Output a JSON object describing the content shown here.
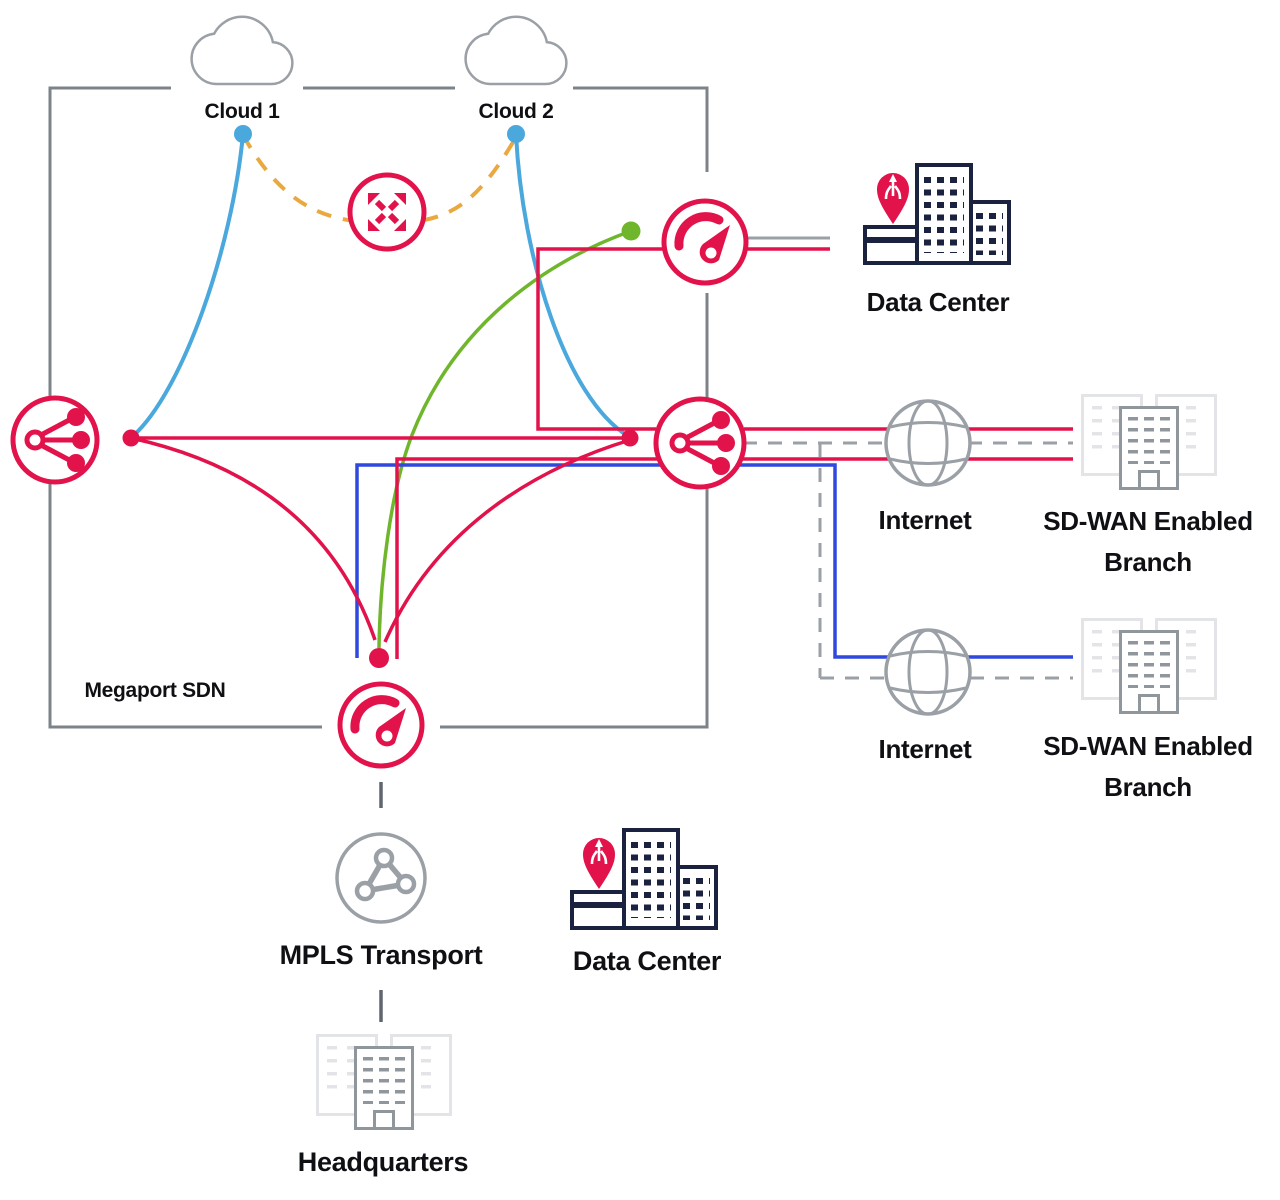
{
  "colors": {
    "red": "#e2124b",
    "navy": "#1b2240",
    "sky": "#4aa8dd",
    "blue": "#2f49de",
    "green": "#70b62c",
    "orange": "#e9a93f",
    "gray": "#9aa0a6",
    "border": "#7d8389",
    "dkgray": "#5f666d",
    "light": "#e2e4e8",
    "mid": "#8f969c",
    "ink": "#0f1014"
  },
  "nodes": {
    "cloud1": {
      "label": "Cloud 1"
    },
    "cloud2": {
      "label": "Cloud 2"
    },
    "datacenter_top": {
      "label": "Data Center"
    },
    "internet_top": {
      "label": "Internet"
    },
    "branch_top": {
      "line1": "SD-WAN Enabled",
      "line2": "Branch"
    },
    "internet_bottom": {
      "label": "Internet"
    },
    "branch_bottom": {
      "line1": "SD-WAN Enabled",
      "line2": "Branch"
    },
    "sdn_box": {
      "label": "Megaport SDN"
    },
    "mpls": {
      "label": "MPLS Transport"
    },
    "datacenter_bottom": {
      "label": "Data Center"
    },
    "headquarters": {
      "label": "Headquarters"
    }
  },
  "icons": {
    "exchange": "expand-arrows-exchange-icon",
    "hub": "network-share-icon",
    "speedometer": "speedometer-icon",
    "globe": "internet-globe-icon",
    "cloud": "cloud-icon",
    "pin": "location-pin-icon",
    "mpls_circle": "mpls-network-icon",
    "datacenter_building": "datacenter-building-icon",
    "branch_building": "office-building-icon"
  }
}
